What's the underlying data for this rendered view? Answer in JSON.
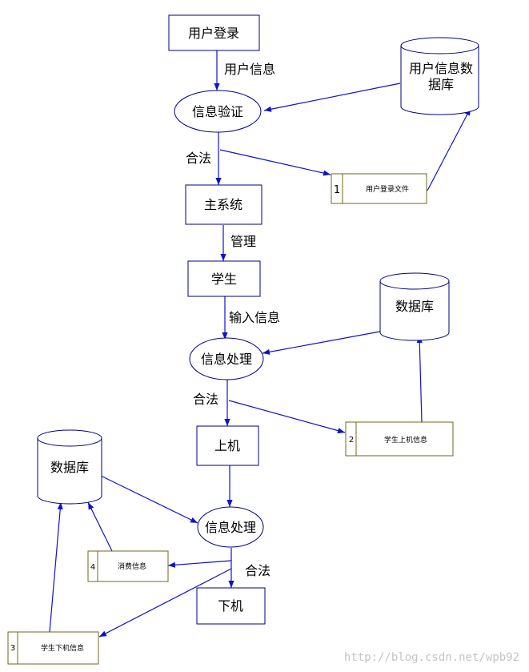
{
  "nodes": {
    "login": "用户登录",
    "verify": "信息验证",
    "userdb": [
      "用户信息数",
      "据库"
    ],
    "mainsys": "主系统",
    "student": "学生",
    "db1": "数据库",
    "process1": "信息处理",
    "online": "上机",
    "db2": "数据库",
    "process2": "信息处理",
    "offline": "下机"
  },
  "stores": {
    "s1": {
      "num": "1",
      "label": "用户登录文件"
    },
    "s2": {
      "num": "2",
      "label": "学生上机信息"
    },
    "s3": {
      "num": "3",
      "label": "学生下机信息"
    },
    "s4": {
      "num": "4",
      "label": "消费信息"
    }
  },
  "edge_labels": {
    "user_info": "用户信息",
    "legal1": "合法",
    "manage": "管理",
    "input_info": "输入信息",
    "legal2": "合法",
    "legal3": "合法"
  },
  "watermark": "http://blog.csdn.net/wpb92",
  "colors": {
    "edge": "#1010d0",
    "box_border": "#000080",
    "store_border": "#6f6a1e"
  }
}
